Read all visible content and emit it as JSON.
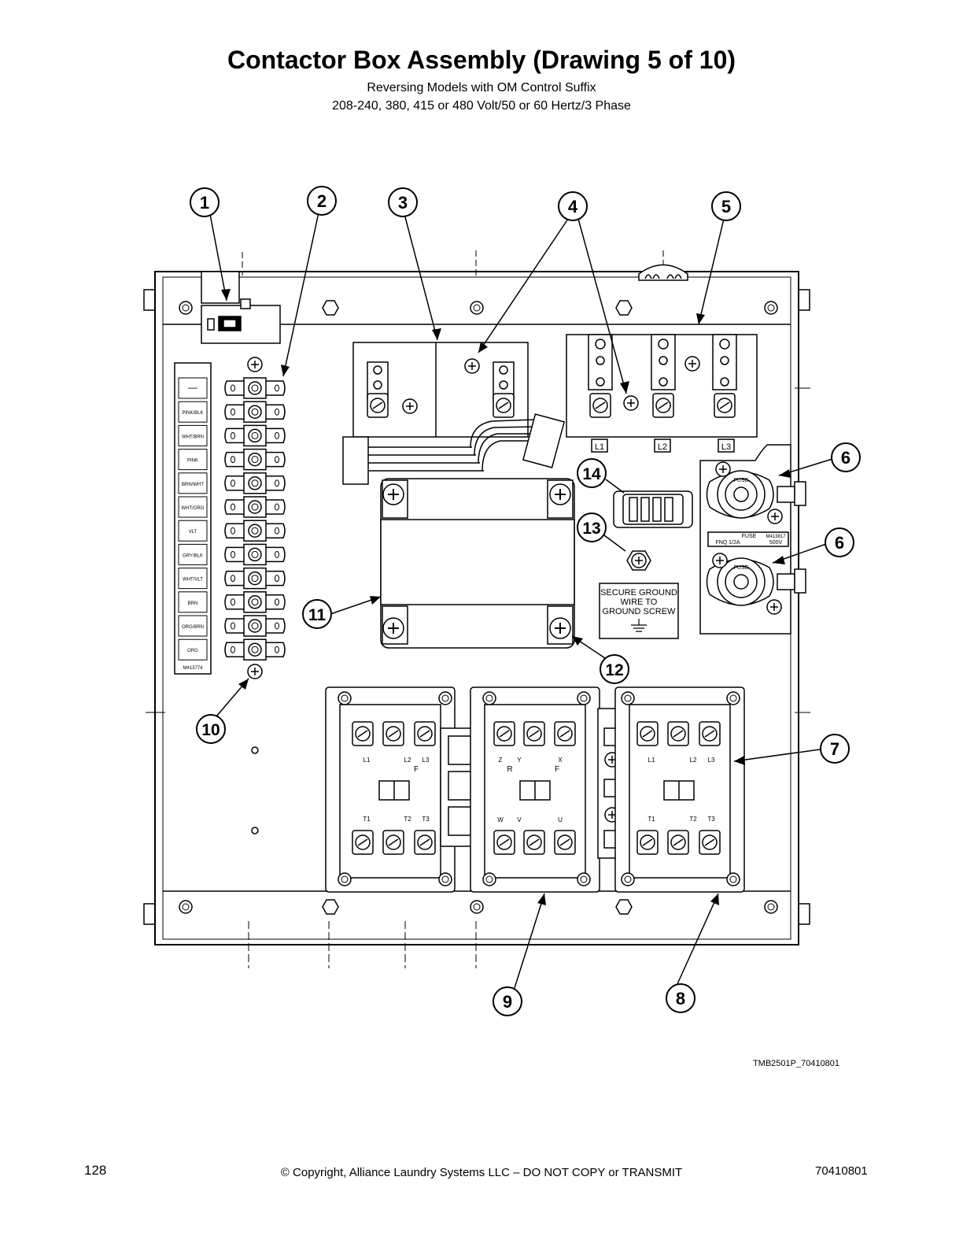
{
  "header": {
    "title": "Contactor Box Assembly (Drawing 5 of 10)",
    "subtitle_1": "Reversing Models with OM Control Suffix",
    "subtitle_2": "208-240, 380, 415 or 480 Volt/50 or 60 Hertz/3 Phase"
  },
  "callouts": {
    "c1": "1",
    "c2": "2",
    "c3": "3",
    "c4": "4",
    "c5": "5",
    "c6a": "6",
    "c6b": "6",
    "c7": "7",
    "c8": "8",
    "c9": "9",
    "c10": "10",
    "c11": "11",
    "c12": "12",
    "c13": "13",
    "c14": "14"
  },
  "terminal_strip": {
    "labels": [
      "—",
      "PINK/BLK",
      "WHT/BRN",
      "PINK",
      "BRN/WHT",
      "WHT/ORG",
      "VLT",
      "GRY/BLK",
      "WHT/VLT",
      "BRN",
      "ORG/BRN",
      "ORG"
    ],
    "part_number": "M413774"
  },
  "line_labels": {
    "l1": "L1",
    "l2": "L2",
    "l3": "L3"
  },
  "fuse_block": {
    "fuse_word": "FUSE",
    "fuse_text": "FUSE",
    "part_number": "M413817",
    "rating_left": "FNQ 1/2A",
    "rating_right": "500V"
  },
  "ground_note": [
    "SECURE GROUND",
    "WIRE TO",
    "GROUND SCREW"
  ],
  "contactors": {
    "left": {
      "top": [
        "L1",
        "L2",
        "L3"
      ],
      "mark": "F",
      "bottom": [
        "T1",
        "T2",
        "T3"
      ]
    },
    "middle": {
      "top": [
        "Z",
        "Y",
        "X"
      ],
      "mark_r": "R",
      "mark_f": "F",
      "bottom": [
        "W",
        "V",
        "U"
      ]
    },
    "right": {
      "top": [
        "L1",
        "L2",
        "L3"
      ],
      "bottom": [
        "T1",
        "T2",
        "T3"
      ]
    }
  },
  "drawing_id": "TMB2501P_70410801",
  "footer": {
    "page_number": "128",
    "copyright": "© Copyright, Alliance Laundry Systems LLC – DO NOT COPY or TRANSMIT",
    "doc_number": "70410801"
  }
}
